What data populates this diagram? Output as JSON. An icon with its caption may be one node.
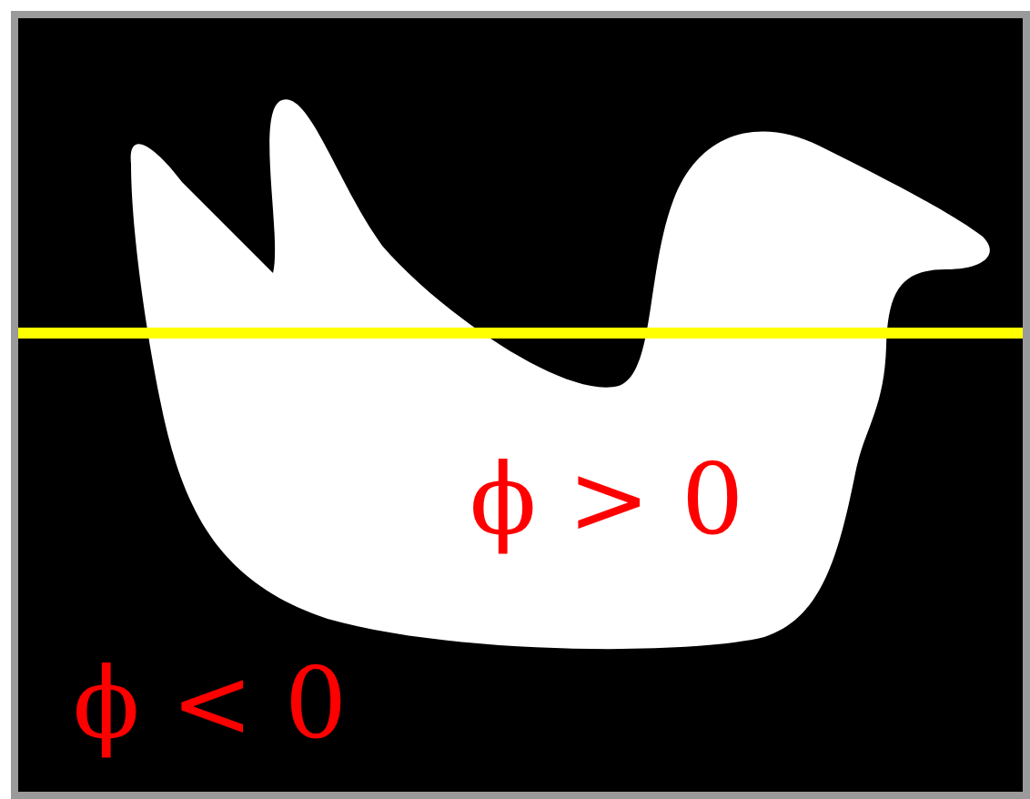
{
  "diagram": {
    "nodes": [
      {
        "text": [
          "ϕ < 0"
        ]
      },
      {
        "text": [
          "ϕ > 0"
        ],
        "in": 0
      }
    ]
  }
}
